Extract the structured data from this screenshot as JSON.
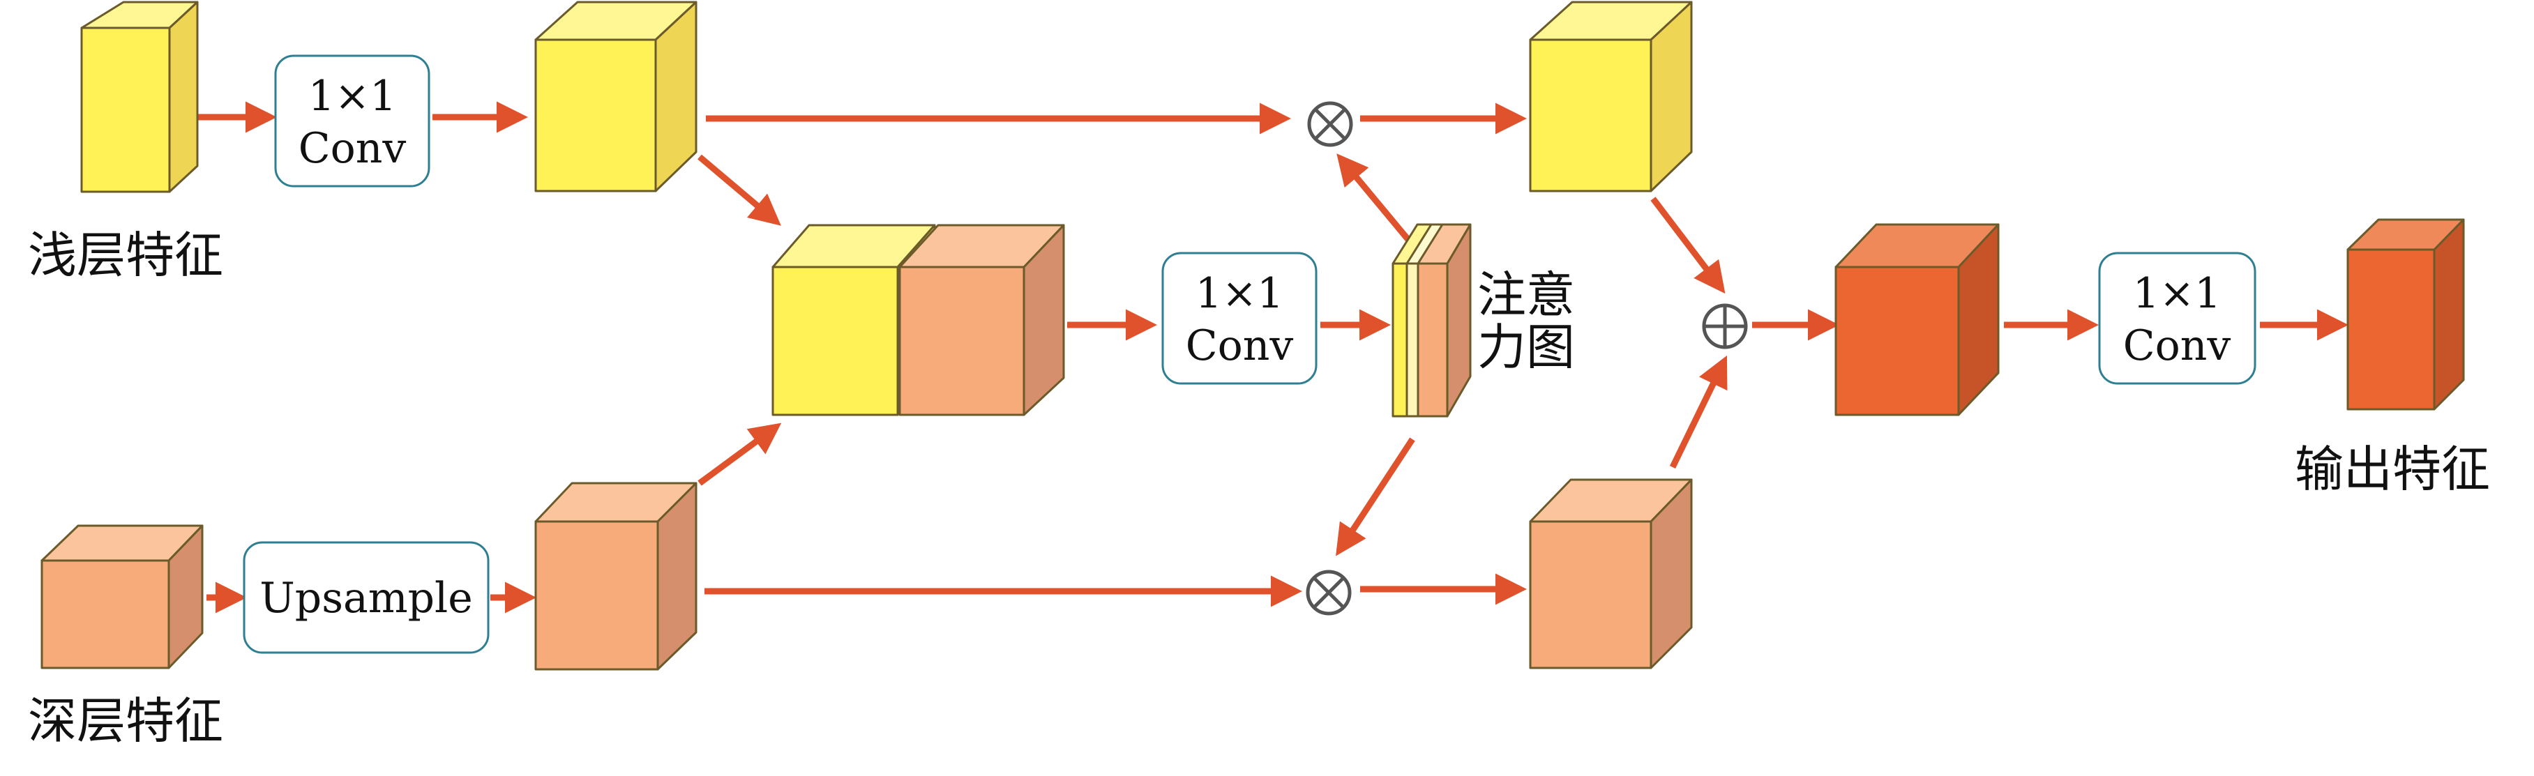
{
  "colors": {
    "arrow": "#e0522b",
    "box_border": "#2f7f93",
    "yellow": [
      "#fff257",
      "#fff794",
      "#eed553"
    ],
    "peach": [
      "#f7ab7b",
      "#fcc49c",
      "#d68f6c"
    ],
    "orange": [
      "#ec6631",
      "#f0895a",
      "#c75428"
    ],
    "cube_edge": "#6b5a2a",
    "operator": "#555555"
  },
  "labels": {
    "shallow_feature": "浅层特征",
    "deep_feature": "深层特征",
    "attention_map_line1": "注意",
    "attention_map_line2": "力图",
    "output_feature": "输出特征"
  },
  "boxes": {
    "conv_top": [
      "1×1",
      "Conv"
    ],
    "upsample": [
      "Upsample"
    ],
    "conv_mid": [
      "1×1",
      "Conv"
    ],
    "conv_out": [
      "1×1",
      "Conv"
    ]
  },
  "operators": {
    "multiply": "⊗",
    "add": "⊕"
  }
}
